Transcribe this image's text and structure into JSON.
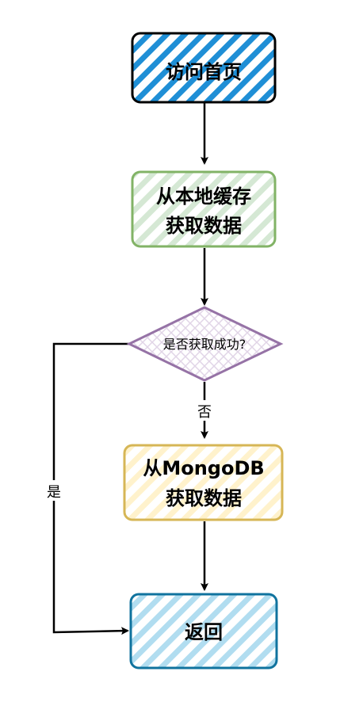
{
  "diagram": {
    "nodes": {
      "visit_home": {
        "label": "访问首页",
        "color": "#1f8fd6"
      },
      "local_cache": {
        "line1": "从本地缓存",
        "line2": "获取数据",
        "color": "#82b366"
      },
      "decision": {
        "label": "是否获取成功?",
        "color": "#9673a6"
      },
      "mongodb": {
        "line1": "从MongoDB",
        "line2": "获取数据",
        "color": "#d6b656"
      },
      "return": {
        "label": "返回",
        "color": "#10739e"
      }
    },
    "edges": {
      "no_label": "否",
      "yes_label": "是"
    }
  }
}
